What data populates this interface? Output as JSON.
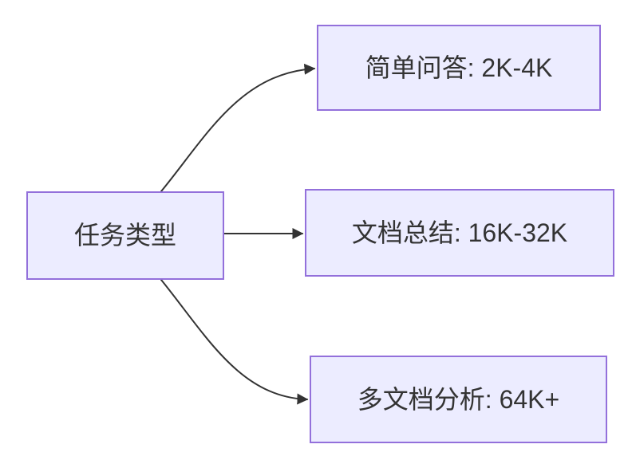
{
  "diagram": {
    "type": "flowchart-left-to-right",
    "colors": {
      "background": "#ffffff",
      "node_fill": "#ececff",
      "node_border": "#9370db",
      "edge": "#333333",
      "text": "#333333"
    },
    "root": {
      "label": "任务类型"
    },
    "branches": [
      {
        "label": "简单问答: 2K-4K"
      },
      {
        "label": "文档总结: 16K-32K"
      },
      {
        "label": "多文档分析: 64K+"
      }
    ]
  }
}
